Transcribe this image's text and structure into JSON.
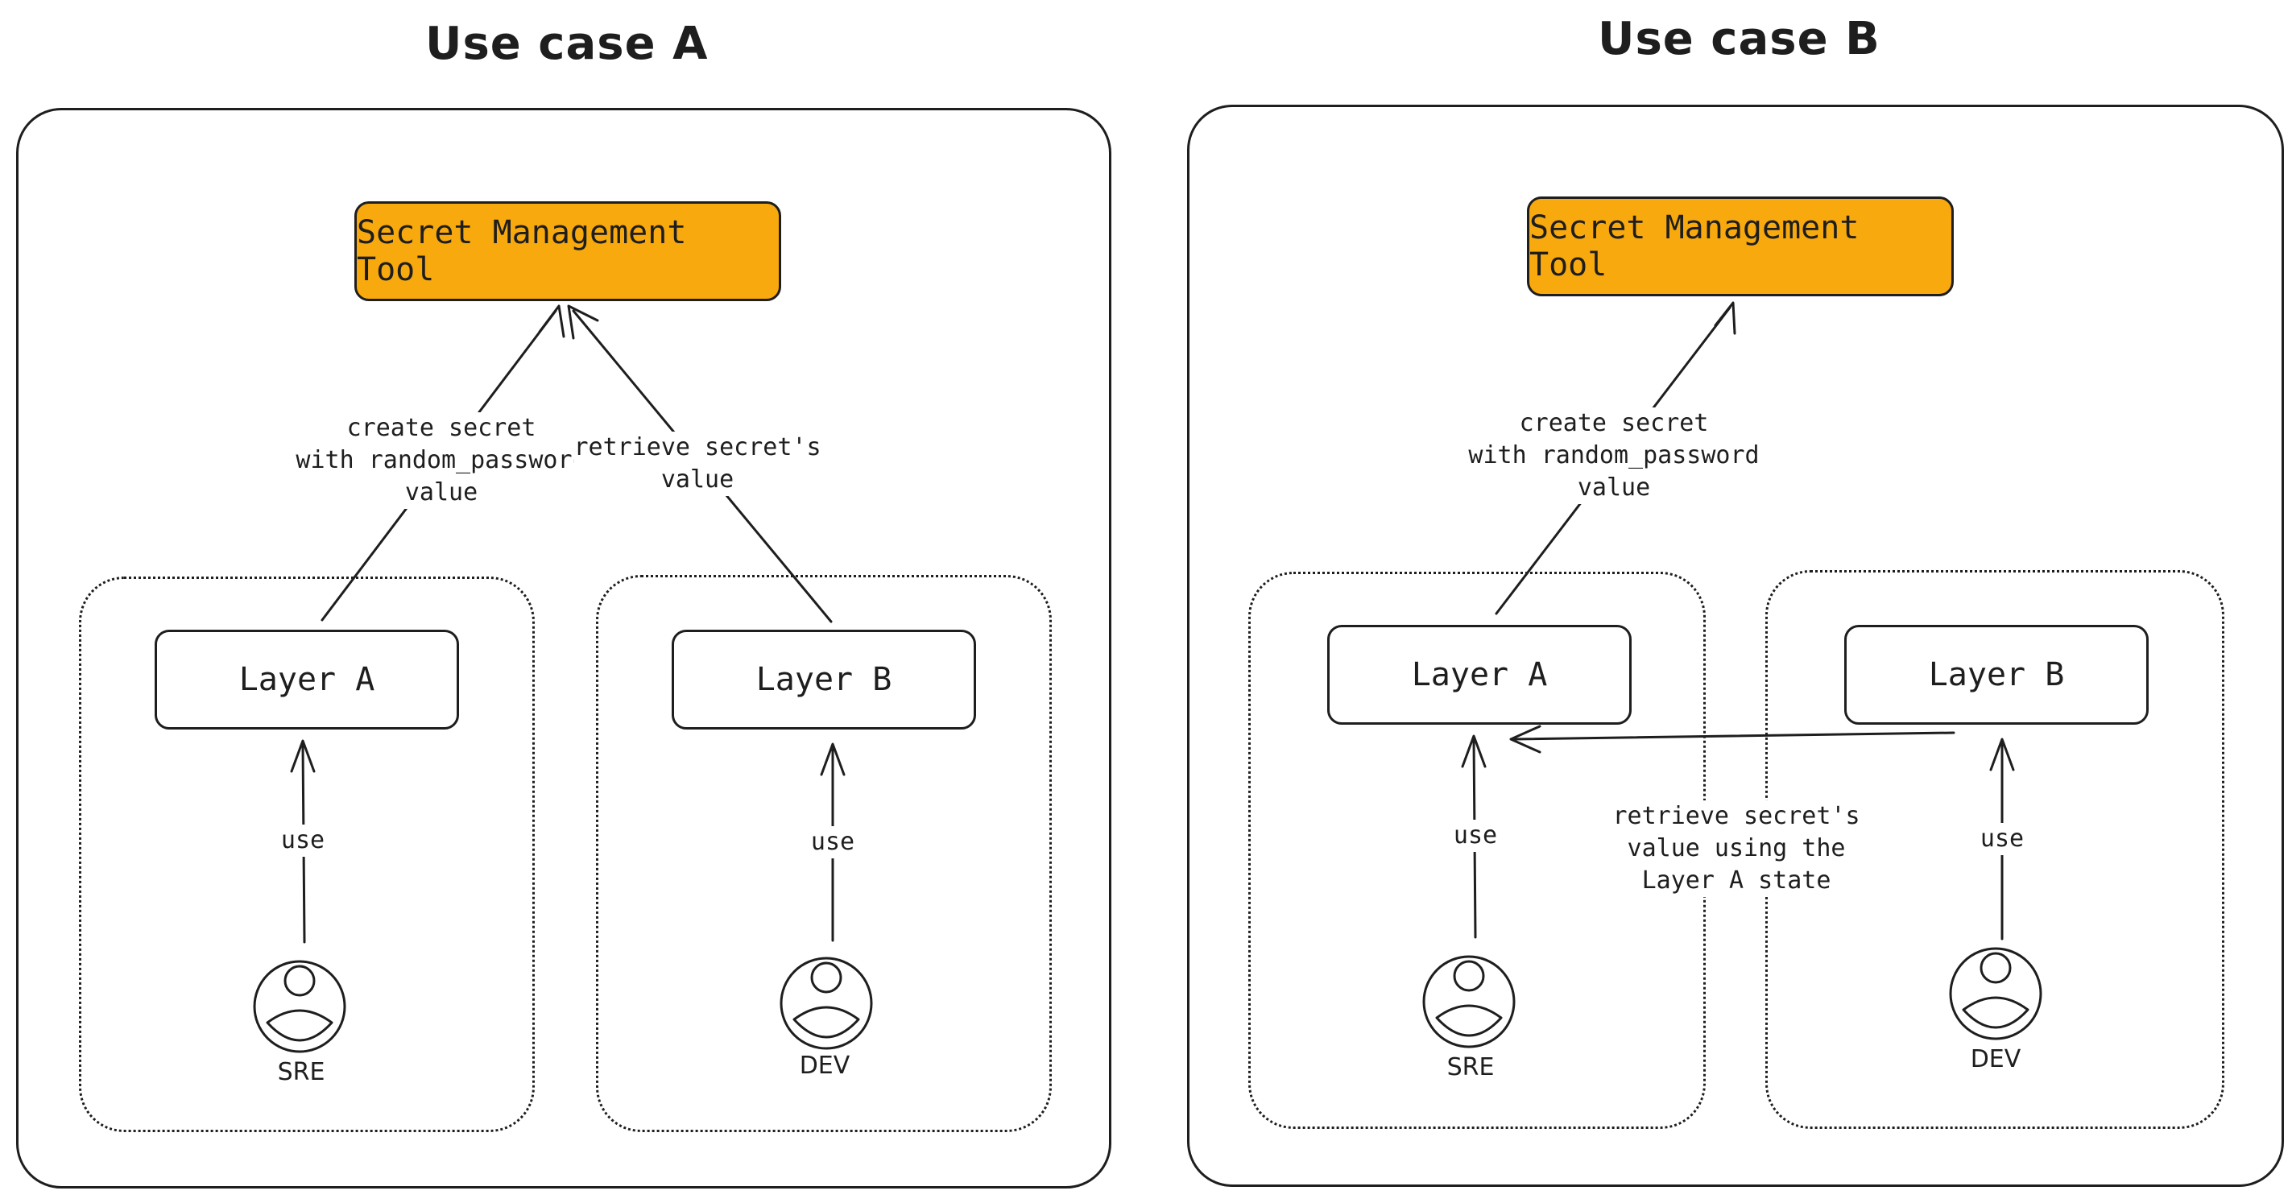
{
  "use_case_a": {
    "title": "Use case A",
    "secret_tool": "Secret Management Tool",
    "layer_a": "Layer A",
    "layer_b": "Layer B",
    "create_label": [
      "create secret",
      "with random_password",
      "value"
    ],
    "retrieve_label": [
      "retrieve secret's",
      "value"
    ],
    "use_left": "use",
    "use_right": "use",
    "role_left": "SRE",
    "role_right": "DEV"
  },
  "use_case_b": {
    "title": "Use case B",
    "secret_tool": "Secret Management Tool",
    "layer_a": "Layer A",
    "layer_b": "Layer B",
    "create_label": [
      "create secret",
      "with random_password",
      "value"
    ],
    "retrieve_label": [
      "retrieve secret's",
      "value using the",
      "Layer A state"
    ],
    "use_left": "use",
    "use_right": "use",
    "role_left": "SRE",
    "role_right": "DEV"
  },
  "colors": {
    "stroke": "#1e1e1e",
    "secret_fill": "#f8a90e"
  }
}
